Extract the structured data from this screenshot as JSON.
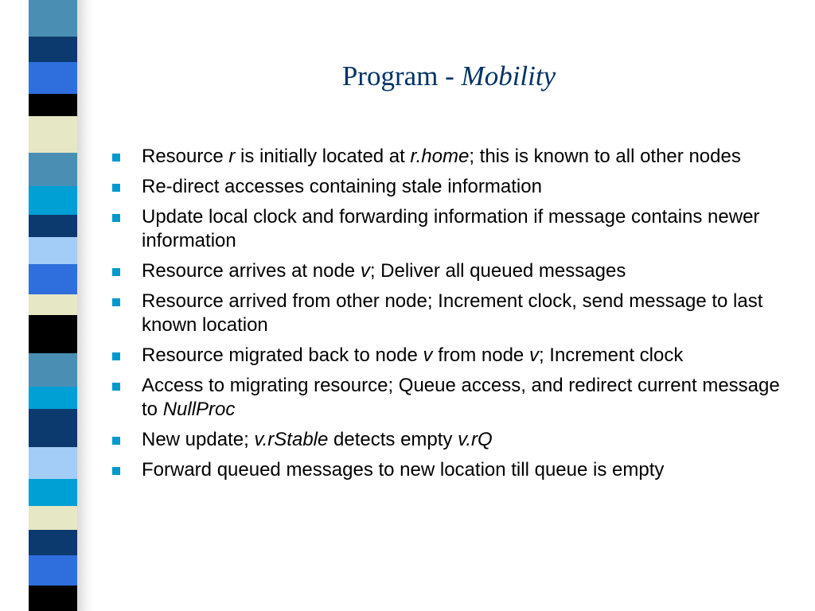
{
  "colors": {
    "title": "#003366",
    "bullet_marker": "#0099cc",
    "stripe_palette": [
      "#4a8fb3",
      "#0d3a6e",
      "#2f6edd",
      "#000000",
      "#e6e7c4",
      "#009fd4",
      "#a3cdf7"
    ]
  },
  "slide": {
    "title_main": "Program - ",
    "title_italic": "Mobility",
    "bullets": [
      [
        {
          "t": "Resource "
        },
        {
          "t": "r",
          "i": true
        },
        {
          "t": " is initially located at "
        },
        {
          "t": "r.home",
          "i": true
        },
        {
          "t": "; this is known to all other nodes"
        }
      ],
      [
        {
          "t": "Re-direct accesses containing stale information"
        }
      ],
      [
        {
          "t": "Update local clock and forwarding information if message contains newer information"
        }
      ],
      [
        {
          "t": "Resource arrives at node "
        },
        {
          "t": "v",
          "i": true
        },
        {
          "t": "; Deliver all queued messages"
        }
      ],
      [
        {
          "t": "Resource arrived from other node; Increment clock, send message to last known location"
        }
      ],
      [
        {
          "t": "Resource migrated back to node "
        },
        {
          "t": "v",
          "i": true
        },
        {
          "t": " from node "
        },
        {
          "t": "v",
          "i": true
        },
        {
          "t": "; Increment clock"
        }
      ],
      [
        {
          "t": "Access to migrating resource; Queue access, and redirect current message to "
        },
        {
          "t": "NullProc",
          "i": true
        }
      ],
      [
        {
          "t": "New update; "
        },
        {
          "t": "v.rStable",
          "i": true
        },
        {
          "t": " detects empty "
        },
        {
          "t": "v.rQ",
          "i": true
        }
      ],
      [
        {
          "t": "Forward queued messages to new location till queue is empty"
        }
      ]
    ]
  }
}
